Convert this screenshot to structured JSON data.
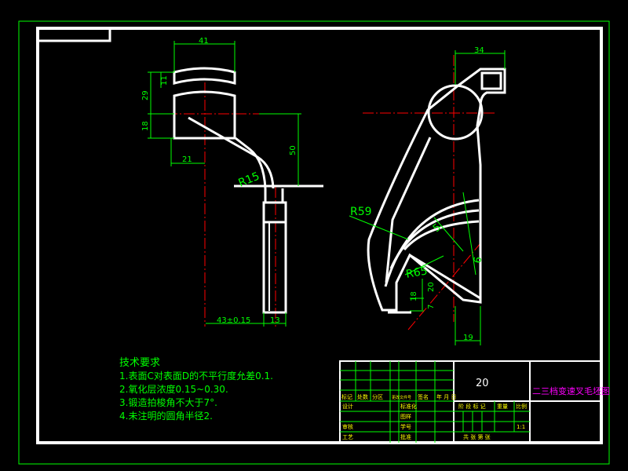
{
  "colors": {
    "background": "#000000",
    "outline": "#ffffff",
    "dimension": "#00ff00",
    "centerline": "#ff0000",
    "title_text": "#ff00ff",
    "table_text": "#ffff00"
  },
  "dimensions": {
    "left_view": {
      "top_width": "41",
      "height_29": "29",
      "height_11": "11",
      "height_18": "18",
      "offset_21": "21",
      "height_50": "50",
      "radius": "R15",
      "bottom_width": "43±0.15",
      "pin_width": "13"
    },
    "right_view": {
      "top_width": "34",
      "radius_59": "R59",
      "radius_65": "R65",
      "angle_a": "5",
      "angle_b": "6",
      "dim_20": "20",
      "dim_18": "18",
      "dim_7": "7",
      "bottom_19": "19"
    }
  },
  "notes": {
    "title": "技术要求",
    "items": [
      "1.表面C对表面D的不平行度允差0.1.",
      "2.氧化层浓度0.15~0.30.",
      "3.锻造拍梭角不大于7°.",
      "4.未注明的圆角半径2."
    ]
  },
  "title_block": {
    "drawing_title": "二三档变速叉毛坯图",
    "quantity": "20",
    "row_headers": [
      "标记",
      "处数",
      "分区",
      "更改文件号",
      "签名",
      "年 月 日"
    ],
    "design": "设计",
    "standardize": "标准化",
    "review": "审核",
    "process": "工艺",
    "drawing_no": "图样",
    "student_id": "学号",
    "approve": "批准",
    "stage_label": "阶 段 标 记",
    "weight_label": "重量",
    "scale_label": "比例",
    "scale_value": "1:1",
    "sheets": "共   张   第   张"
  }
}
